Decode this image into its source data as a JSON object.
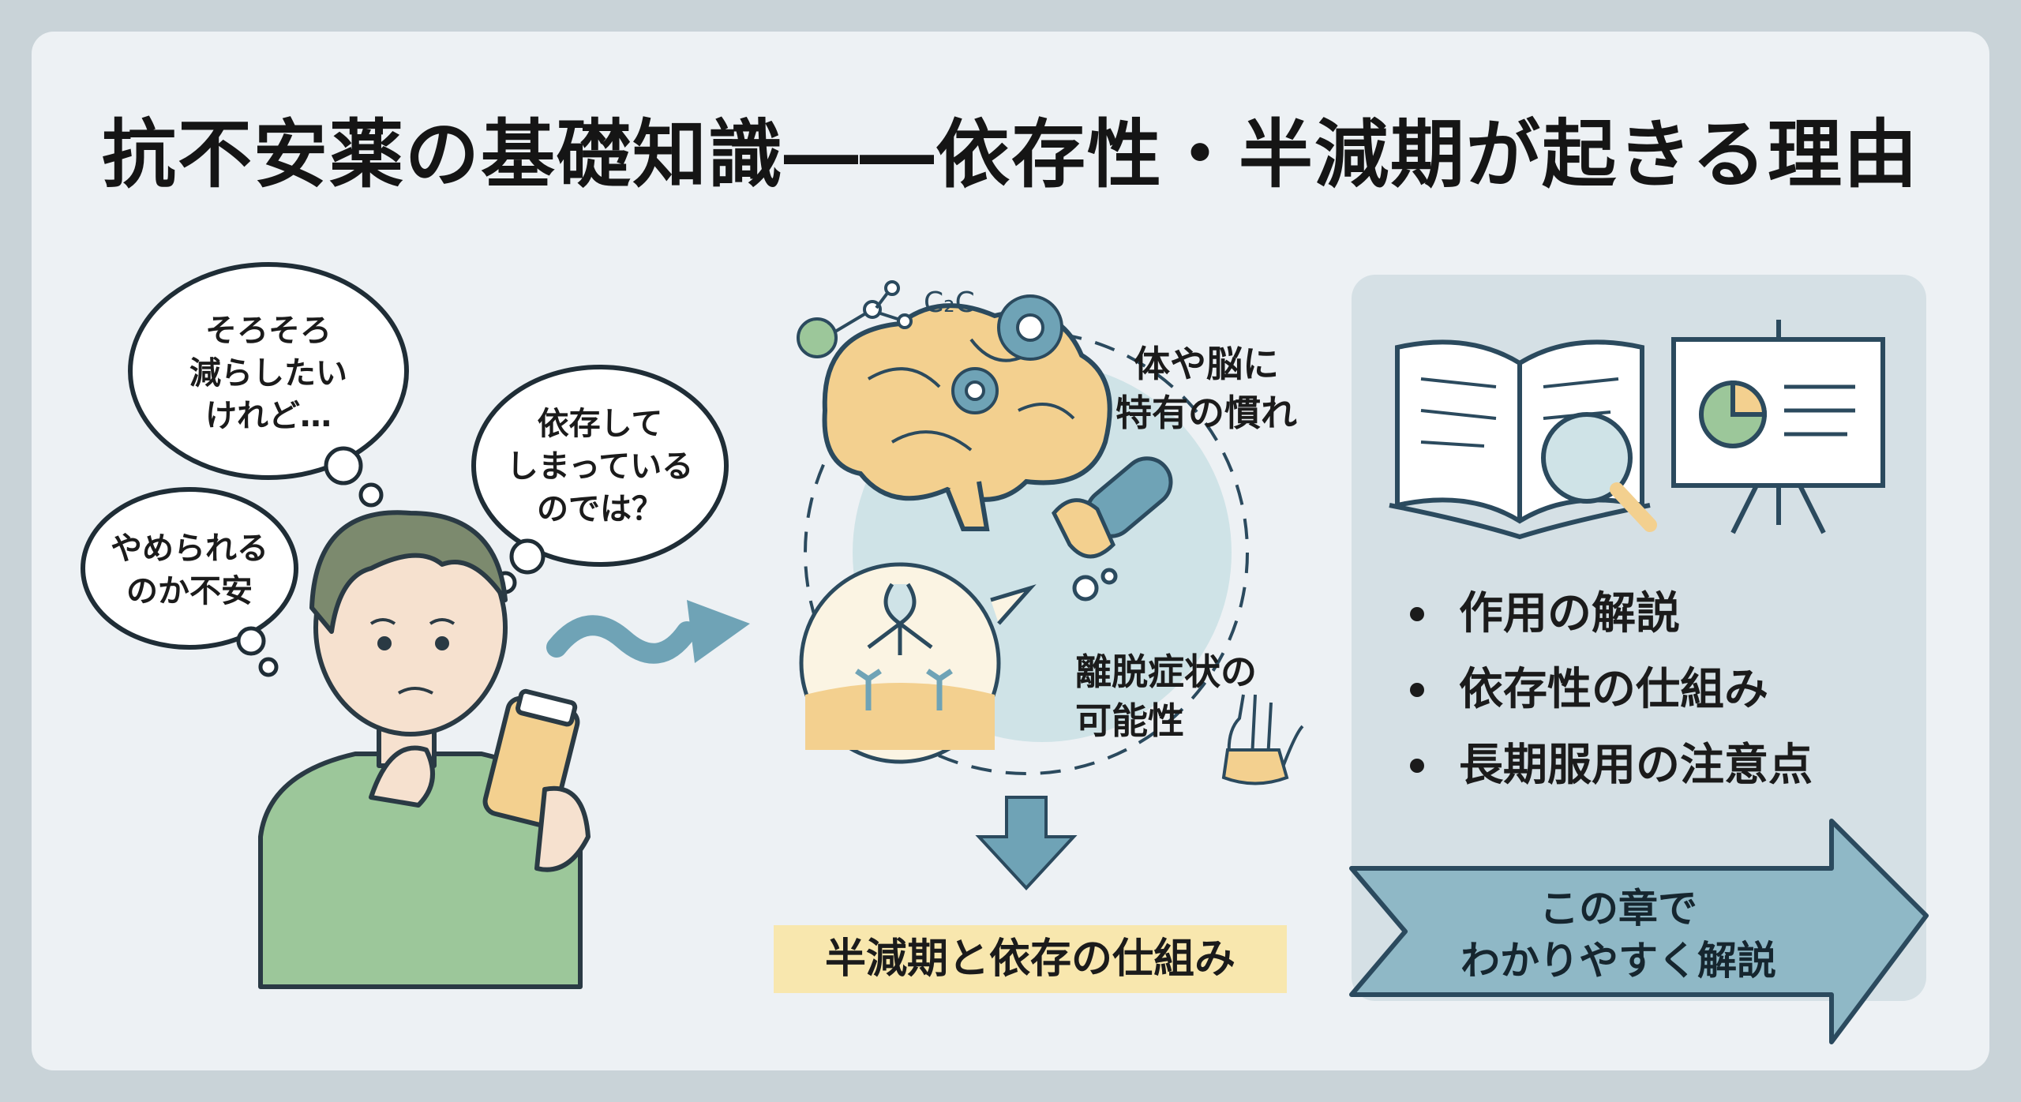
{
  "title": "抗不安薬の基礎知識――依存性・半減期が起きる理由",
  "bubbles": {
    "reduce": [
      "そろそろ",
      "減らしたい",
      "けれど…"
    ],
    "dependent": [
      "依存して",
      "しまっている",
      "のでは？"
    ],
    "quit": [
      "やめられる",
      "のか不安"
    ]
  },
  "labels": {
    "habituation": [
      "体や脳に",
      "特有の慣れ"
    ],
    "withdrawal": [
      "離脱症状の",
      "可能性"
    ],
    "formula": "C₂C"
  },
  "bottom_label": "半減期と依存の仕組み",
  "topics": [
    "作用の解説",
    "依存性の仕組み",
    "長期服用の注意点"
  ],
  "cta": [
    "この章で",
    "わかりやすく解説"
  ],
  "colors": {
    "card": "#edf1f4",
    "outline": "#2b4a5e",
    "green": "#9cc79a",
    "brain": "#f3d08f",
    "teal": "#6fa3b6",
    "circle": "#cfe3e7",
    "highlight": "#f8e7ae",
    "panel": "#d5e0e5"
  }
}
